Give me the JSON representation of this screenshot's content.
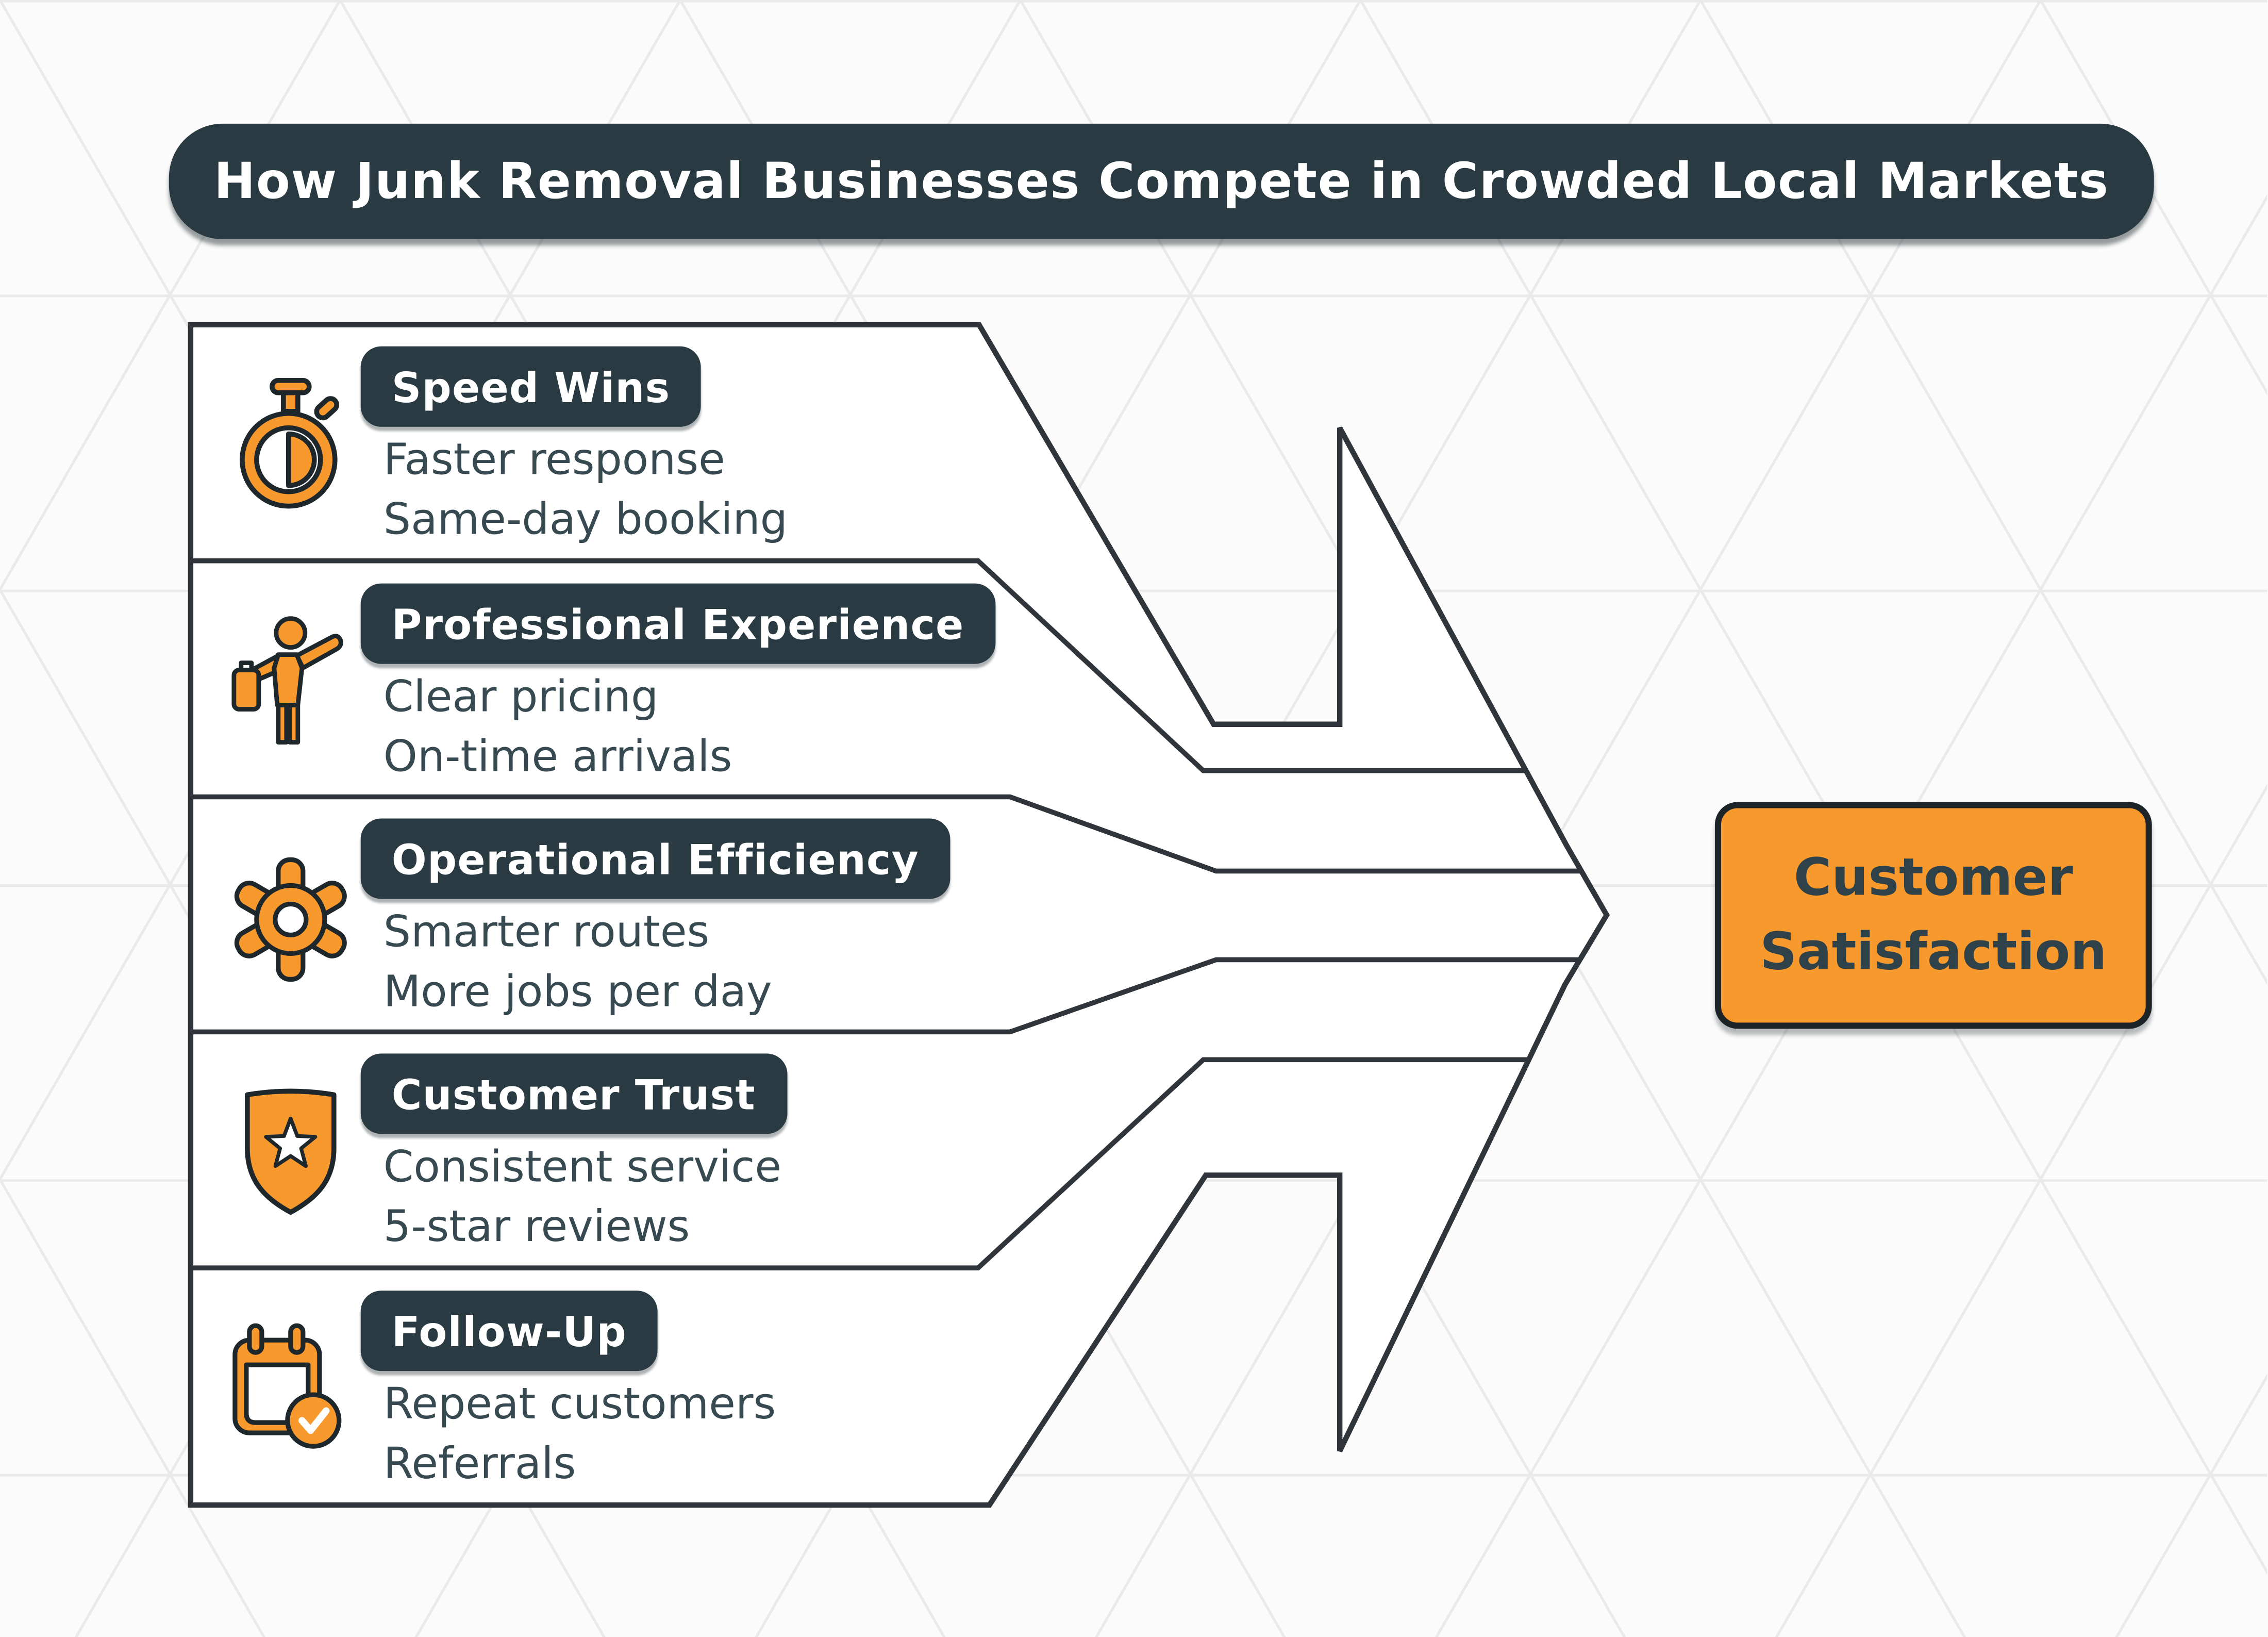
{
  "title": "How Junk Removal Businesses Compete in Crowded Local Markets",
  "rows": [
    {
      "label": "Speed Wins",
      "line1": "Faster response",
      "line2": "Same-day booking",
      "icon": "stopwatch-icon"
    },
    {
      "label": "Professional Experience",
      "line1": "Clear pricing",
      "line2": "On-time arrivals",
      "icon": "worker-with-briefcase-icon"
    },
    {
      "label": "Operational Efficiency",
      "line1": "Smarter routes",
      "line2": "More jobs per day",
      "icon": "gear-icon"
    },
    {
      "label": "Customer Trust",
      "line1": "Consistent service",
      "line2": "5-star reviews",
      "icon": "shield-star-icon"
    },
    {
      "label": "Follow-Up",
      "line1": "Repeat customers",
      "line2": "Referrals",
      "icon": "calendar-check-icon"
    }
  ],
  "result": {
    "line1": "Customer",
    "line2": "Satisfaction"
  },
  "colors": {
    "dark_slate": "#293a42",
    "outline": "#2f353a",
    "orange": "#f7992d",
    "body_text": "#384a51",
    "background": "#fbfbfb",
    "grid_line": "#eaeaea",
    "band_fill": "#ffffff"
  }
}
